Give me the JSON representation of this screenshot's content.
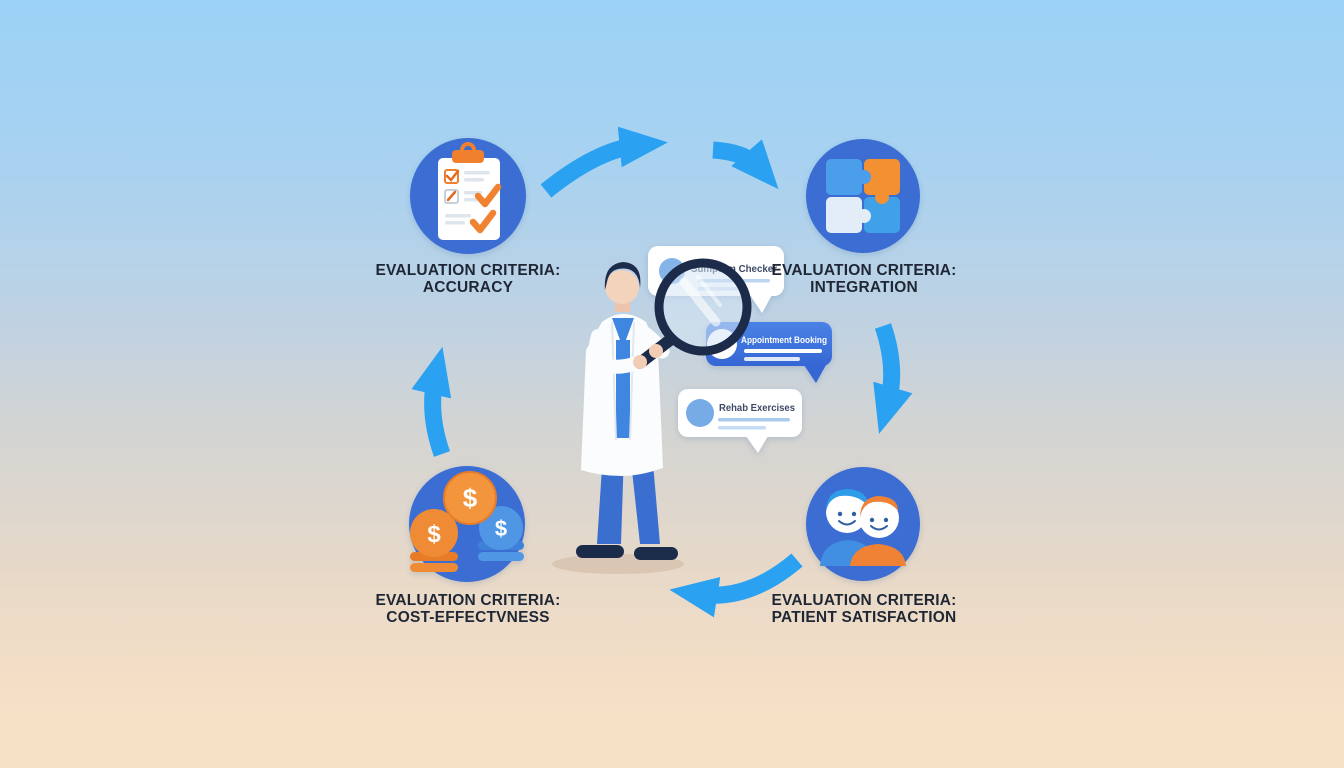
{
  "diagram": {
    "nodes": [
      {
        "id": "accuracy",
        "icon": "checklist-clipboard-icon",
        "line1": "EVALUATION CRITERIA:",
        "line2": "ACCURACY"
      },
      {
        "id": "integration",
        "icon": "puzzle-pieces-icon",
        "line1": "EVALUATION CRITERIA:",
        "line2": "INTEGRATION"
      },
      {
        "id": "cost-effectiveness",
        "icon": "coins-icon",
        "line1": "EVALUATION CRITERIA:",
        "line2": "COST-EFFECTVNESS"
      },
      {
        "id": "patient-satisfaction",
        "icon": "patients-icon",
        "line1": "EVALUATION CRITERIA:",
        "line2": "PATIENT SATISFACTION"
      }
    ],
    "bubbles": [
      {
        "label": "Sumptom Checker"
      },
      {
        "label": "Appointment Booking"
      },
      {
        "label": "Rehab Exercises"
      }
    ],
    "coin_symbol": "$",
    "colors": {
      "background_top": "#9cd2f6",
      "background_bottom": "#f7e1c6",
      "node_circle": "#3a6dd3",
      "arrow": "#2ba1f1",
      "accent_orange": "#ef8734",
      "bubble_blue": "#3d74dd",
      "label_text": "#1f2735"
    }
  }
}
